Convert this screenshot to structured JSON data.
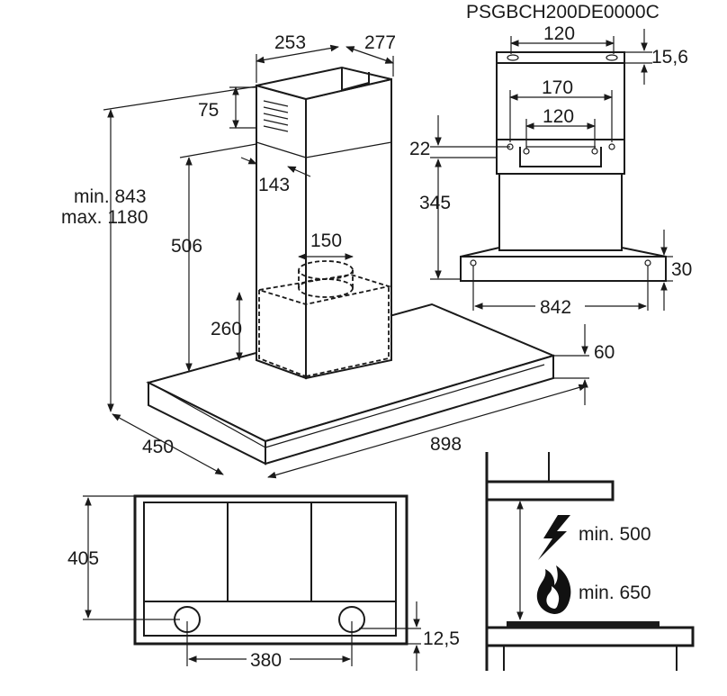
{
  "product_code": "PSGBCH200DE0000C",
  "dims": {
    "d253": "253",
    "d277": "277",
    "d75": "75",
    "d143": "143",
    "min_height": "min. 843",
    "max_height": "max. 1180",
    "d506": "506",
    "d150": "150",
    "d260": "260",
    "d60": "60",
    "d450": "450",
    "d898": "898",
    "d120_top": "120",
    "d15_6": "15,6",
    "d170": "170",
    "d120_mid": "120",
    "d22": "22",
    "d345": "345",
    "d30": "30",
    "d842": "842",
    "d405": "405",
    "d380": "380",
    "d12_5": "12,5",
    "electric_min": "min. 500",
    "gas_min": "min. 650"
  },
  "icons": {
    "electric": "lightning-icon",
    "gas": "flame-icon"
  }
}
